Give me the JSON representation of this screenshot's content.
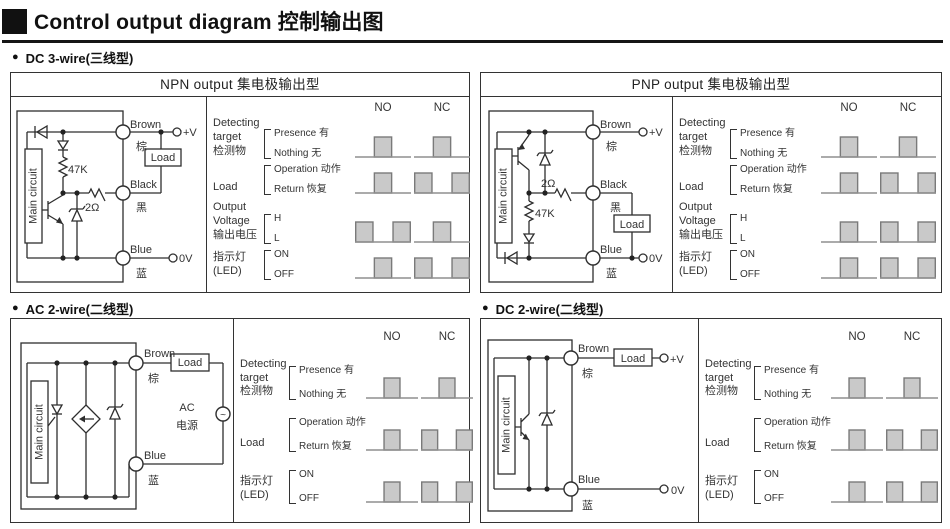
{
  "page_title": "Control output diagram 控制输出图",
  "sections": {
    "dc3": "DC 3-wire(三线型)",
    "ac2": "AC 2-wire(二线型)",
    "dc2": "DC 2-wire(二线型)"
  },
  "waveform_colors": {
    "pulse_fill": "#c9c9c9",
    "pulse_stroke": "#7a7a7a",
    "baseline": "#8f8f8f"
  },
  "panels": [
    {
      "id": "npn",
      "title": "NPN output 集电极输出型",
      "circuit": {
        "main": "Main circuit",
        "r47k": "47K",
        "r2ohm": "2Ω",
        "brown": "Brown",
        "brown_zh": "棕",
        "black": "Black",
        "black_zh": "黑",
        "blue": "Blue",
        "blue_zh": "蓝",
        "vplus": "+V",
        "gnd": "0V",
        "load": "Load"
      },
      "timing": {
        "columns": [
          "NO",
          "NC"
        ],
        "rows": [
          {
            "label_lines": [
              "Detecting",
              "target",
              "检测物"
            ],
            "high": "Presence 有",
            "low": "Nothing 无",
            "waves": [
              "010",
              "010"
            ]
          },
          {
            "label_lines": [
              "Load"
            ],
            "high": "Operation 动作",
            "low": "Return 恢复",
            "waves": [
              "010",
              "101"
            ]
          },
          {
            "label_lines": [
              "Output",
              "Voltage",
              "输出电压"
            ],
            "high": "H",
            "low": "L",
            "waves": [
              "101",
              "010"
            ]
          },
          {
            "label_lines": [
              "指示灯",
              "(LED)"
            ],
            "high": "ON",
            "low": "OFF",
            "waves": [
              "010",
              "101"
            ]
          }
        ]
      }
    },
    {
      "id": "pnp",
      "title": "PNP output 集电极输出型",
      "circuit": {
        "main": "Main circuit",
        "r47k": "47K",
        "r2ohm": "2Ω",
        "brown": "Brown",
        "brown_zh": "棕",
        "black": "Black",
        "black_zh": "黑",
        "blue": "Blue",
        "blue_zh": "蓝",
        "vplus": "+V",
        "gnd": "0V",
        "load": "Load"
      },
      "timing": {
        "columns": [
          "NO",
          "NC"
        ],
        "rows": [
          {
            "label_lines": [
              "Detecting",
              "target",
              "检测物"
            ],
            "high": "Presence 有",
            "low": "Nothing 无",
            "waves": [
              "010",
              "010"
            ]
          },
          {
            "label_lines": [
              "Load"
            ],
            "high": "Operation 动作",
            "low": "Return 恢复",
            "waves": [
              "010",
              "101"
            ]
          },
          {
            "label_lines": [
              "Output",
              "Voltage",
              "输出电压"
            ],
            "high": "H",
            "low": "L",
            "waves": [
              "010",
              "101"
            ]
          },
          {
            "label_lines": [
              "指示灯",
              "(LED)"
            ],
            "high": "ON",
            "low": "OFF",
            "waves": [
              "010",
              "101"
            ]
          }
        ]
      }
    },
    {
      "id": "ac2",
      "title": "",
      "circuit": {
        "main": "Main circuit",
        "brown": "Brown",
        "brown_zh": "棕",
        "blue": "Blue",
        "blue_zh": "蓝",
        "load": "Load",
        "ac_line1": "AC",
        "ac_line2": "电源",
        "source": "~"
      },
      "timing": {
        "columns": [
          "NO",
          "NC"
        ],
        "rows": [
          {
            "label_lines": [
              "Detecting",
              "target",
              "检测物"
            ],
            "high": "Presence 有",
            "low": "Nothing 无",
            "waves": [
              "010",
              "010"
            ]
          },
          {
            "label_lines": [
              "Load"
            ],
            "high": "Operation 动作",
            "low": "Return 恢复",
            "waves": [
              "010",
              "101"
            ]
          },
          {
            "label_lines": [
              "指示灯",
              "(LED)"
            ],
            "high": "ON",
            "low": "OFF",
            "waves": [
              "010",
              "101"
            ]
          }
        ]
      }
    },
    {
      "id": "dc2",
      "title": "",
      "circuit": {
        "main": "Main circuit",
        "brown": "Brown",
        "brown_zh": "棕",
        "blue": "Blue",
        "blue_zh": "蓝",
        "load": "Load",
        "vplus": "+V",
        "gnd": "0V"
      },
      "timing": {
        "columns": [
          "NO",
          "NC"
        ],
        "rows": [
          {
            "label_lines": [
              "Detecting",
              "target",
              "检测物"
            ],
            "high": "Presence 有",
            "low": "Nothing 无",
            "waves": [
              "010",
              "010"
            ]
          },
          {
            "label_lines": [
              "Load"
            ],
            "high": "Operation 动作",
            "low": "Return 恢复",
            "waves": [
              "010",
              "101"
            ]
          },
          {
            "label_lines": [
              "指示灯",
              "(LED)"
            ],
            "high": "ON",
            "low": "OFF",
            "waves": [
              "010",
              "101"
            ]
          }
        ]
      }
    }
  ]
}
